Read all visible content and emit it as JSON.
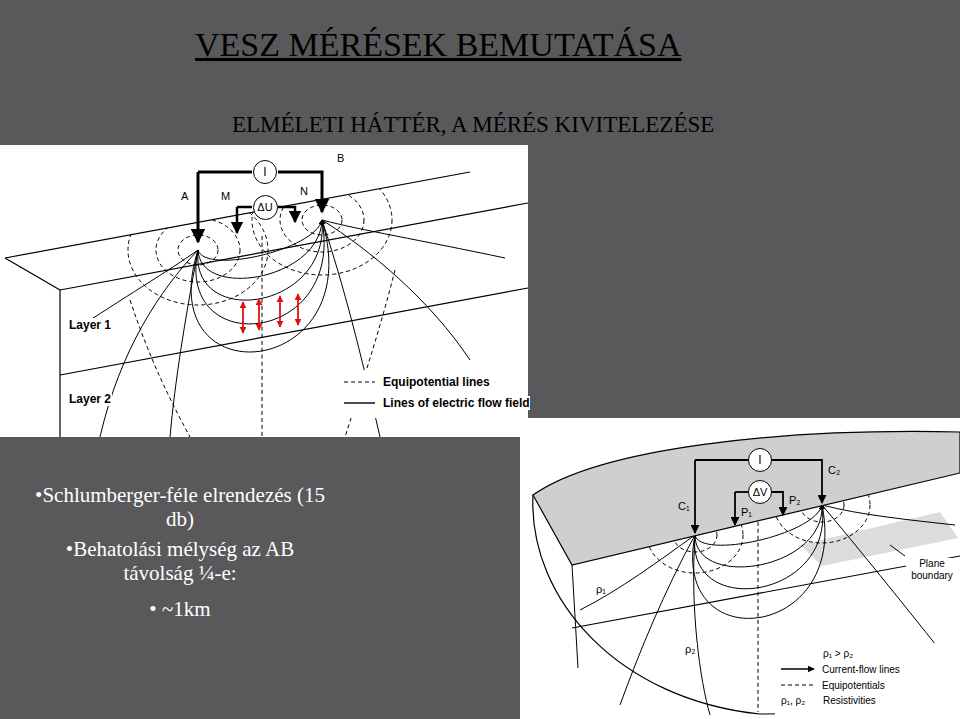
{
  "diagram": {
    "title": "VESZ MÉRÉSEK BEMUTATÁSA",
    "nodes": [
      {
        "text": [
          "I"
        ]
      },
      {
        "text": [
          "ΔU"
        ]
      },
      {
        "text": [
          "I"
        ]
      },
      {
        "text": [
          "ΔV"
        ]
      }
    ],
    "labels": [
      "ELMÉLETI HÁTTÉR, A MÉRÉS KIVITELEZÉSE",
      "A",
      "M",
      "N",
      "B",
      "Layer 1",
      "Layer 2",
      "•Schlumberger-féle elrendezés (15 db)",
      "•Behatolási mélység az AB távolság ¼-e:",
      "• ~1km",
      "C₁",
      "P₁",
      "P₂",
      "C₂",
      "ρ₁",
      "ρ₂",
      "Plane boundary",
      "ρ₁ > ρ₂",
      "ρ₁, ρ₂",
      "Resistivities"
    ],
    "legend": [
      {
        "text": "Equipotential lines"
      },
      {
        "text": "Lines of electric flow field"
      },
      {
        "text": "Current-flow lines"
      },
      {
        "text": "Equipotentials"
      }
    ]
  }
}
